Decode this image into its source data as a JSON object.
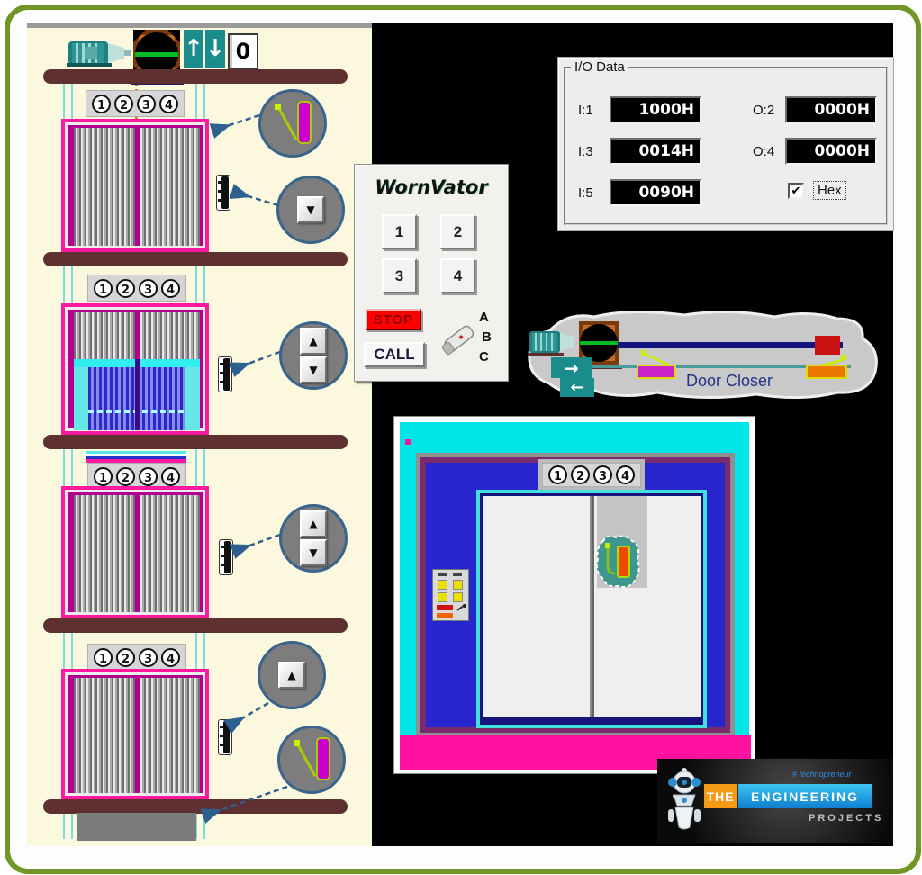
{
  "counter": {
    "value": "0"
  },
  "floor_indicator": {
    "digits": [
      "1",
      "2",
      "3",
      "4"
    ]
  },
  "icons": {
    "up_triangle": "▲",
    "down_triangle": "▼",
    "up_arrow": "↑",
    "down_arrow": "↓",
    "right_arrow": "→",
    "left_arrow": "←",
    "check": "✔"
  },
  "wornvator": {
    "title": "WornVator",
    "floor_buttons": [
      "1",
      "2",
      "3",
      "4"
    ],
    "stop_label": "STOP",
    "call_label": "CALL",
    "key_positions": [
      "A",
      "B",
      "C"
    ]
  },
  "io_data": {
    "title": "I/O Data",
    "inputs": [
      {
        "label": "I:1",
        "value": "1000H"
      },
      {
        "label": "I:3",
        "value": "0014H"
      },
      {
        "label": "I:5",
        "value": "0090H"
      }
    ],
    "outputs": [
      {
        "label": "O:2",
        "value": "0000H"
      },
      {
        "label": "O:4",
        "value": "0000H"
      }
    ],
    "hex_label": "Hex",
    "hex_checked": true
  },
  "door_closer": {
    "label": "Door Closer"
  },
  "logo": {
    "tagline": "# technopreneur",
    "the": "THE",
    "engineering": "ENGINEERING",
    "projects": "PROJECTS"
  },
  "colors": {
    "frame_green": "#6f9626",
    "shaft_cream": "#fbf8dd",
    "background_black": "#000000",
    "car_pink": "#ff18a0",
    "car_magenta": "#b4008e",
    "beam_brown": "#5e3030",
    "rail_cyan": "#7adede",
    "panel_gray": "#f2f1ee",
    "lcd_black": "#000000",
    "stop_red": "#ff0000",
    "closeup_cyan": "#00e6e6",
    "closeup_blue": "#2626cc",
    "closeup_pink": "#ff12a0",
    "accent_teal": "#1b8c8c"
  }
}
